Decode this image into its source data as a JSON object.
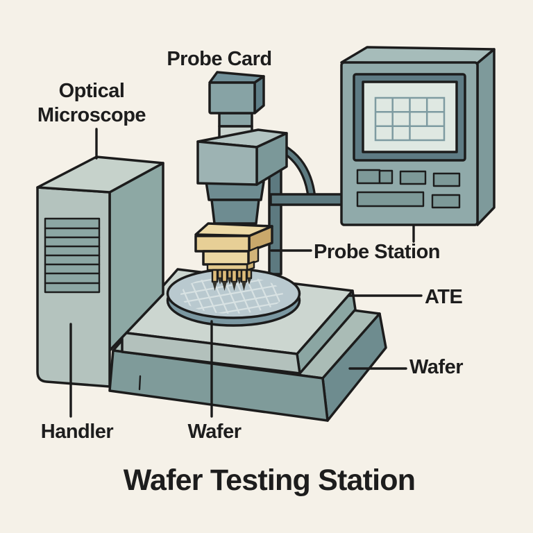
{
  "title": "Wafer Testing Station",
  "labels": {
    "probe_card": "Probe Card",
    "optical_microscope": [
      "Optical",
      "Microscope"
    ],
    "probe_station": "Probe Station",
    "ate": "ATE",
    "wafer_right": "Wafer",
    "handler": "Handler",
    "wafer_bottom": "Wafer"
  },
  "components": [
    "optical-microscope",
    "probe-card",
    "probe-station-monitor",
    "ate-stage",
    "wafer-disc",
    "handler-cabinet"
  ],
  "ate_monitor": {
    "screen_grid_cols": 4,
    "screen_grid_rows": 3,
    "button_count": 6
  },
  "palette": {
    "background": "#f5f1e8",
    "outline": "#1c1c1c",
    "label_text": "#1d1d1d",
    "teal_light": "#ccd6d0",
    "teal_mid": "#90aaaa",
    "teal_dark": "#5d7a80",
    "gold": "#e7cf96",
    "wafer_top": "#b9c9cf",
    "wafer_rim": "#7b98a2",
    "screen": "#dfe8e2"
  }
}
